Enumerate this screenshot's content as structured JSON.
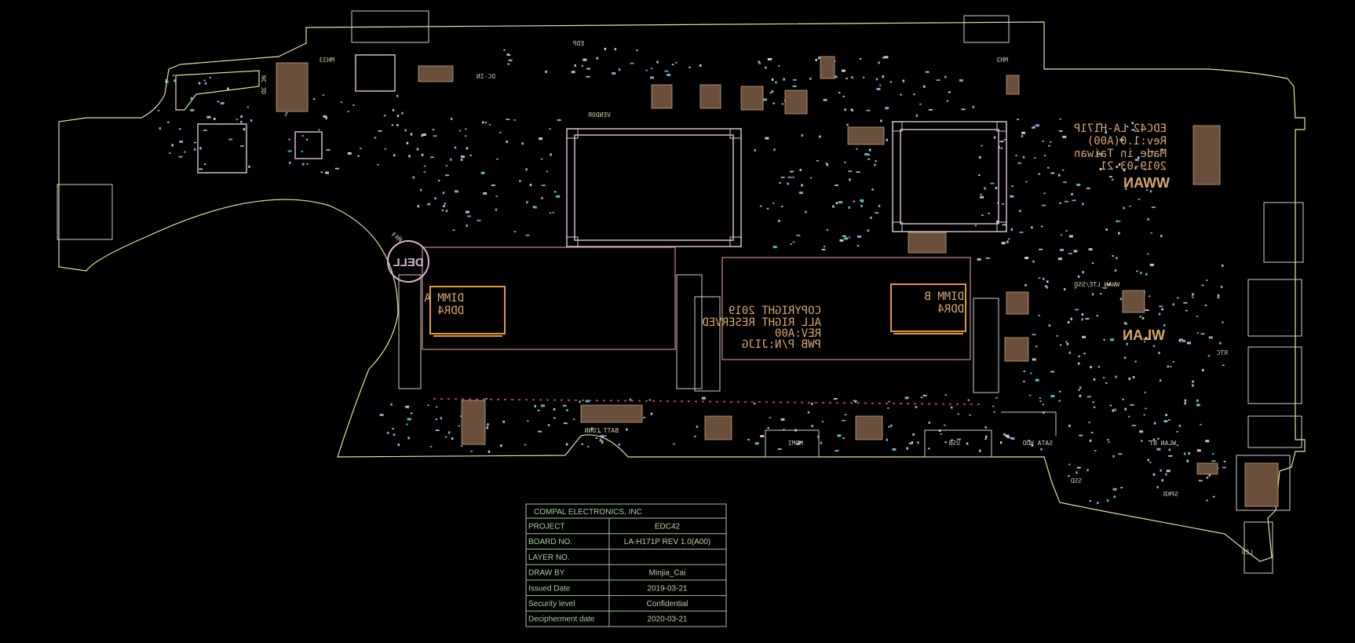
{
  "colors": {
    "background": "#000000",
    "board_outline": "#e6e39a",
    "component": "#d6b6d0",
    "silkscreen_orange": "#d9a672",
    "title_block": "#9ec79a",
    "cyan_dots": "#5fb6c6",
    "red_dots": "#c04040"
  },
  "silkscreen": {
    "dimm_a": {
      "line1": "DIMM A",
      "line2": "DDR4"
    },
    "dimm_b": {
      "line1": "DIMM B",
      "line2": "DDR4"
    },
    "copyright": [
      "COPYRIGHT 2019",
      "ALL RIGHT RESERVED",
      "REV:A00",
      "PWB P/N:JIJG"
    ],
    "board_info": [
      "EDC42 LA-H171P",
      "Rev:1.0(A00)",
      "Made in Taiwan",
      "2019-03-21"
    ],
    "wwan": "WWAN",
    "wlan": "WLAN",
    "logo": "DELL"
  },
  "labels": {
    "batt_conn": "BATT CONN",
    "hdmi": "HDMI",
    "usb": "USB",
    "sata_hdd": "SATA HDD",
    "wlan_bt": "WLAN BT",
    "ssd": "SSD",
    "spkr": "SPKR",
    "led": "LED",
    "rtc": "RTC",
    "edp": "EDP",
    "fan": "FAN",
    "vendor": "VENDOR",
    "mh_ne": "MH3",
    "mh_nw": "MH33",
    "jack": "NC 3D",
    "wwan_lte_ssd": "WWAN_LTE/SSD",
    "dc_in": "DC-IN"
  },
  "title_block": {
    "company": "COMPAL ELECTRONICS, INC",
    "rows": [
      {
        "label": "PROJECT",
        "value": "EDC42"
      },
      {
        "label": "BOARD NO.",
        "value": "LA-H171P  REV 1.0(A00)"
      },
      {
        "label": "LAYER NO.",
        "value": ""
      },
      {
        "label": "DRAW BY",
        "value": "Minjia_Cai"
      },
      {
        "label": "Issued  Date",
        "value": "2019-03-21"
      },
      {
        "label": "Security level",
        "value": "Confidential"
      },
      {
        "label": "Decipherment date",
        "value": "2020-03-21"
      }
    ]
  }
}
